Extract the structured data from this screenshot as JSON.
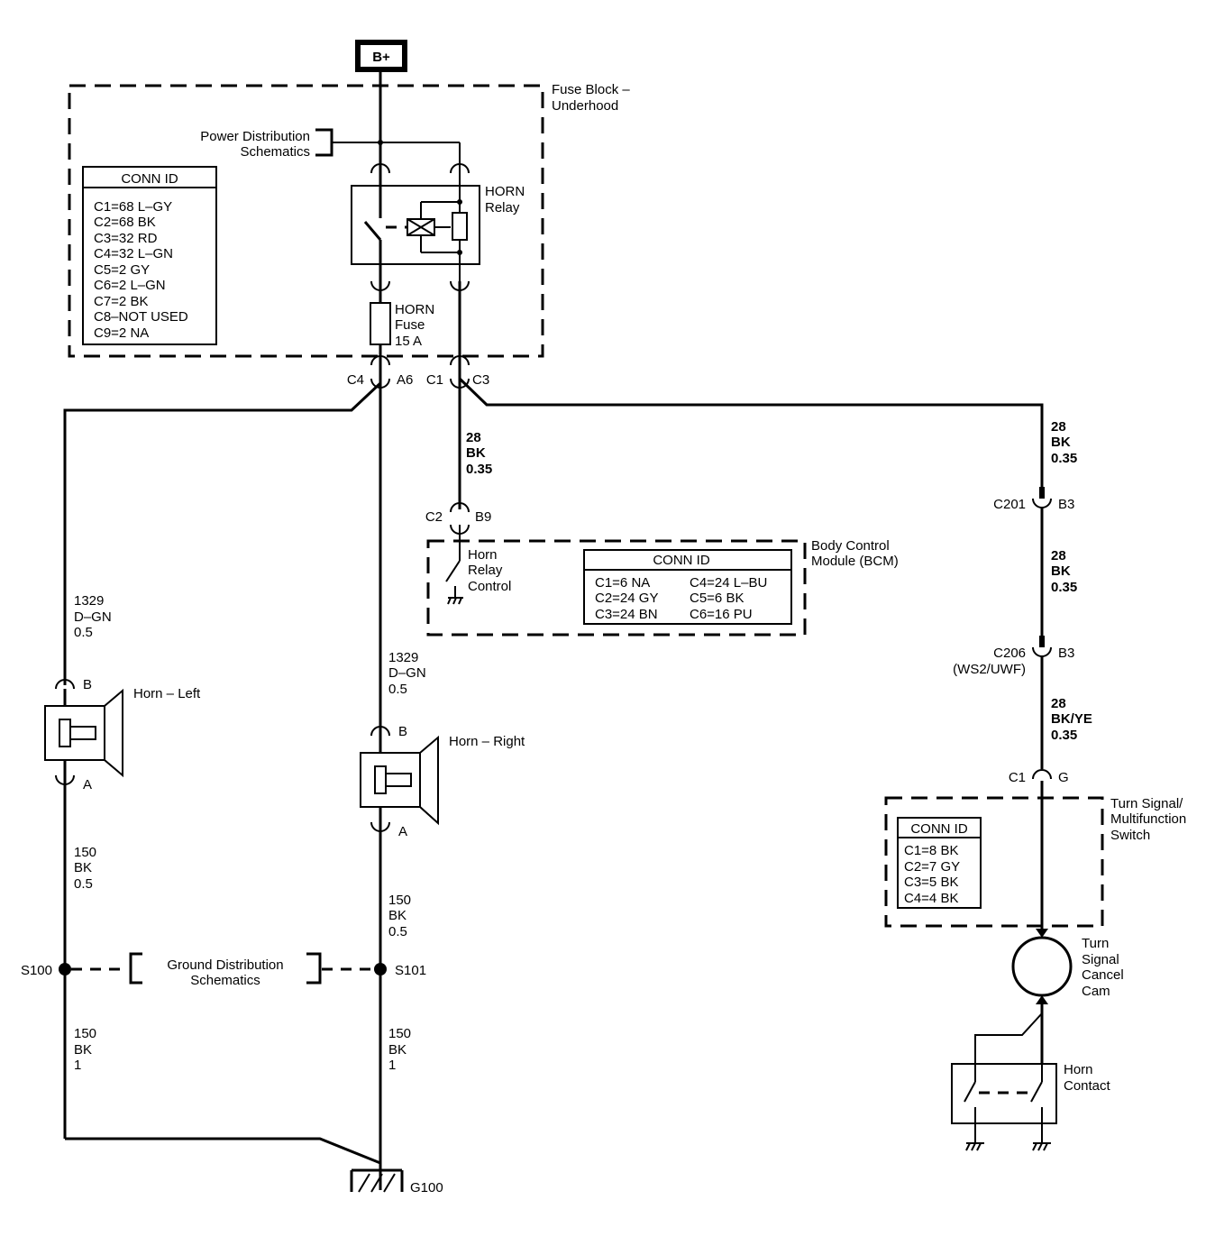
{
  "battery": {
    "label": "B+"
  },
  "fuse_block": {
    "title_line1": "Fuse Block –",
    "title_line2": "Underhood",
    "power_dist_line1": "Power Distribution",
    "power_dist_line2": "Schematics",
    "conn_title": "CONN ID",
    "conn_items": [
      "C1=68 L–GY",
      "C2=68 BK",
      "C3=32 RD",
      "C4=32 L–GN",
      "C5=2 GY",
      "C6=2 L–GN",
      "C7=2 BK",
      "C8–NOT USED",
      "C9=2 NA"
    ],
    "relay_line1": "HORN",
    "relay_line2": "Relay",
    "fuse_line1": "HORN",
    "fuse_line2": "Fuse",
    "fuse_line3": "15 A",
    "pin_c4": "C4",
    "pin_a6": "A6",
    "pin_c1": "C1",
    "pin_c3": "C3"
  },
  "wires": {
    "bcm_wire": [
      "28",
      "BK",
      "0.35"
    ],
    "right_top": [
      "28",
      "BK",
      "0.35"
    ],
    "right_mid": [
      "28",
      "BK",
      "0.35"
    ],
    "right_low": [
      "28",
      "BK/YE",
      "0.35"
    ],
    "left_horn_feed": [
      "1329",
      "D–GN",
      "0.5"
    ],
    "right_horn_feed": [
      "1329",
      "D–GN",
      "0.5"
    ],
    "left_ground_1": [
      "150",
      "BK",
      "0.5"
    ],
    "right_ground_1": [
      "150",
      "BK",
      "0.5"
    ],
    "left_ground_2": [
      "150",
      "BK",
      "1"
    ],
    "right_ground_2": [
      "150",
      "BK",
      "1"
    ]
  },
  "bcm": {
    "title_line1": "Body Control",
    "title_line2": "Module (BCM)",
    "pin_c2": "C2",
    "pin_b9": "B9",
    "control_line1": "Horn",
    "control_line2": "Relay",
    "control_line3": "Control",
    "conn_title": "CONN ID",
    "conn_left": [
      "C1=6 NA",
      "C2=24 GY",
      "C3=24 BN"
    ],
    "conn_right": [
      "C4=24 L–BU",
      "C5=6 BK",
      "C6=16 PU"
    ]
  },
  "connectors": {
    "c201": "C201",
    "c201_pin": "B3",
    "c206": "C206",
    "c206_sub": "(WS2/UWF)",
    "c206_pin": "B3",
    "switch_c1": "C1",
    "switch_pin": "G"
  },
  "turn_switch": {
    "title_line1": "Turn Signal/",
    "title_line2": "Multifunction",
    "title_line3": "Switch",
    "conn_title": "CONN ID",
    "conn_items": [
      "C1=8 BK",
      "C2=7 GY",
      "C3=5 BK",
      "C4=4 BK"
    ],
    "cam_line1": "Turn",
    "cam_line2": "Signal",
    "cam_line3": "Cancel",
    "cam_line4": "Cam",
    "contact_line1": "Horn",
    "contact_line2": "Contact"
  },
  "horn_left": {
    "label": "Horn – Left",
    "pin_b": "B",
    "pin_a": "A"
  },
  "horn_right": {
    "label": "Horn – Right",
    "pin_b": "B",
    "pin_a": "A"
  },
  "ground": {
    "s100": "S100",
    "s101": "S101",
    "dist_line1": "Ground Distribution",
    "dist_line2": "Schematics",
    "g100": "G100"
  }
}
